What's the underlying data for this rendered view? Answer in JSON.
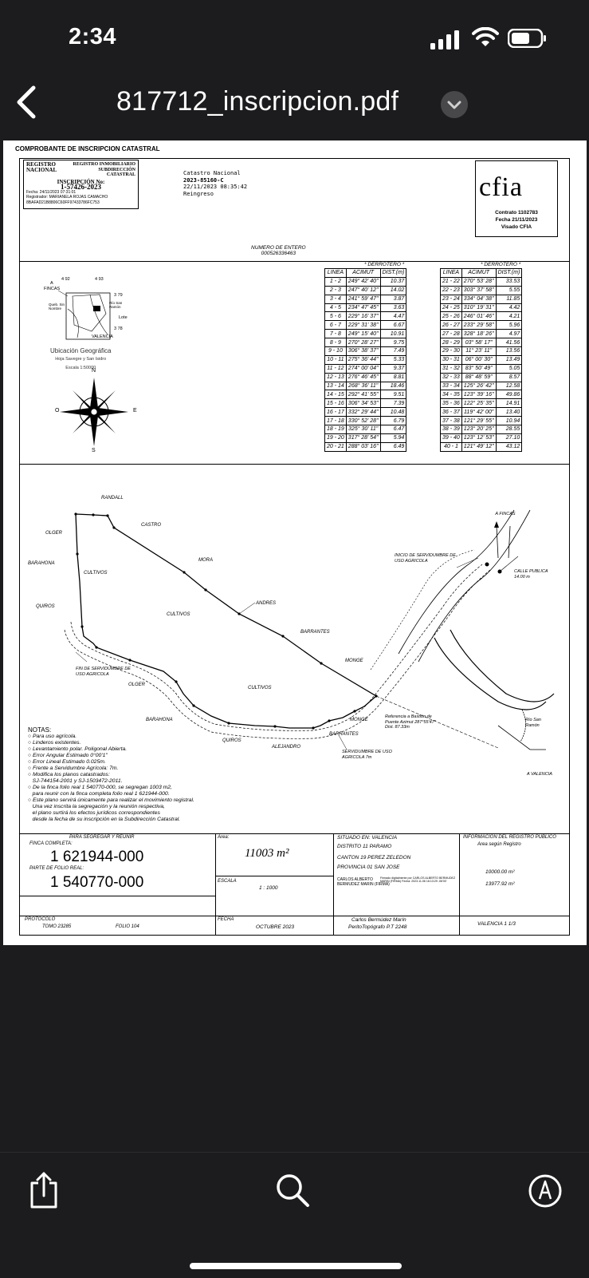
{
  "status_bar": {
    "time": "2:34"
  },
  "nav": {
    "title": "817712_inscripcion.pdf"
  },
  "doc": {
    "header": "COMPROBANTE DE INSCRIPCION CATASTRAL",
    "registro": {
      "org1": "REGISTRO INMOBILIARIO",
      "org2": "SUBDIRECCIÓN",
      "org3": "CATASTRAL",
      "logo": "REGISTRO NACIONAL",
      "inscripcion_label": "INSCRIPCIÓN No:",
      "inscripcion": "1-57426-2023",
      "fecha_line": "Fecha: 24/11/2023 07:31:01",
      "registrador": "Registrador: MARIANELA ROJAS CAMACHO",
      "hash": "8BAFAD21B8806C60FF97433786FC753"
    },
    "catastro": {
      "line1": "Catastro Nacional",
      "line2": "2023-85160-C",
      "line3": "22/11/2023 08:35:42",
      "line4": "Reingreso"
    },
    "cfia": {
      "logo": "cfia",
      "contrato": "Contrato 1102783",
      "fecha": "Fecha 21/11/2023",
      "visado": "Visado CFIA"
    },
    "numero_entero": {
      "label": "NUMERO DE ENTERO",
      "value": "000526336463"
    },
    "derrotero": {
      "title": "DERROTERO",
      "headers": [
        "LINEA",
        "ACIMUT",
        "DIST.(m)"
      ],
      "left": [
        [
          "1 - 2",
          "249° 42' 40\"",
          "10.37"
        ],
        [
          "2 - 3",
          "247° 40' 12\"",
          "14.02"
        ],
        [
          "3 - 4",
          "241° 59' 47\"",
          "3.87"
        ],
        [
          "4 - 5",
          "234° 47' 45\"",
          "3.63"
        ],
        [
          "5 - 6",
          "229° 16' 37\"",
          "4.47"
        ],
        [
          "6 - 7",
          "229° 31' 38\"",
          "6.67"
        ],
        [
          "7 - 8",
          "249° 15' 40\"",
          "10.91"
        ],
        [
          "8 - 9",
          "270° 28' 27\"",
          "9.75"
        ],
        [
          "9 - 10",
          "306° 38' 37\"",
          "7.49"
        ],
        [
          "10 - 11",
          "275° 36' 44\"",
          "5.33"
        ],
        [
          "11 - 12",
          "274° 00' 04\"",
          "9.37"
        ],
        [
          "12 - 13",
          "276° 46' 45\"",
          "8.81"
        ],
        [
          "13 - 14",
          "268° 36' 11\"",
          "18.46"
        ],
        [
          "14 - 15",
          "292° 41' 55\"",
          "9.51"
        ],
        [
          "15 - 16",
          "306° 34' 53\"",
          "7.39"
        ],
        [
          "16 - 17",
          "332° 29' 44\"",
          "10.48"
        ],
        [
          "17 - 18",
          "330° 52' 28\"",
          "6.79"
        ],
        [
          "18 - 19",
          "325° 30' 11\"",
          "6.47"
        ],
        [
          "19 - 20",
          "317° 28' 54\"",
          "5.94"
        ],
        [
          "20 - 21",
          "288° 03' 16\"",
          "6.49"
        ]
      ],
      "right": [
        [
          "21 - 22",
          "270° 53' 28\"",
          "33.53"
        ],
        [
          "22 - 23",
          "303° 37' 58\"",
          "5.55"
        ],
        [
          "23 - 24",
          "334° 04' 38\"",
          "11.85"
        ],
        [
          "24 - 25",
          "310° 19' 31\"",
          "4.42"
        ],
        [
          "25 - 26",
          "246° 01' 46\"",
          "4.21"
        ],
        [
          "26 - 27",
          "233° 29' 58\"",
          "5.96"
        ],
        [
          "27 - 28",
          "328° 18' 26\"",
          "4.97"
        ],
        [
          "28 - 29",
          "03° 58' 17\"",
          "41.56"
        ],
        [
          "29 - 30",
          "11° 23' 11\"",
          "13.56"
        ],
        [
          "30 - 31",
          "06° 00' 30\"",
          "13.49"
        ],
        [
          "31 - 32",
          "83° 50' 49\"",
          "5.05"
        ],
        [
          "32 - 33",
          "88° 48' 59\"",
          "8.57"
        ],
        [
          "33 - 34",
          "125° 26' 42\"",
          "12.58"
        ],
        [
          "34 - 35",
          "123° 39' 16\"",
          "49.86"
        ],
        [
          "35 - 36",
          "122° 25' 35\"",
          "14.91"
        ],
        [
          "36 - 37",
          "119° 42' 00\"",
          "13.40"
        ],
        [
          "37 - 38",
          "121° 29' 55\"",
          "10.94"
        ],
        [
          "38 - 39",
          "123° 20' 25\"",
          "28.55"
        ],
        [
          "39 - 40",
          "123° 12' 53\"",
          "27.10"
        ],
        [
          "40 - 1",
          "121° 49' 12\"",
          "43.12"
        ]
      ]
    },
    "location": {
      "fincas": "FINCAS",
      "a": "A",
      "n492": "4 92",
      "n493": "4 93",
      "n379": "3 79",
      "n378": "3 78",
      "valencia": "VALENCIA",
      "lote": "Lote",
      "quebrada": "Queb. Sin Nombre",
      "rio": "Río San Ramón",
      "ubicacion": "Ubicación Geográfica",
      "hoja": "Hoja Savegre y San Isidro",
      "escala": "Escala 1:50000",
      "compass_n": "N",
      "compass_s": "S",
      "compass_e": "E",
      "compass_o": "O"
    },
    "plan_labels": {
      "randall": "RANDALL",
      "castro": "CASTRO",
      "olger1": "OLGER",
      "barahona1": "BARAHONA",
      "cultivos1": "CULTIVOS",
      "mora": "MORA",
      "andres": "ANDRES",
      "cultivos2": "CULTIVOS",
      "quiros1": "QUIROS",
      "barrantes1": "BARRANTES",
      "monge1": "MONGE",
      "fin_serv": "FIN DE SERVIDUMBRE DE USO AGRICOLA",
      "olger2": "OLGER",
      "cultivos3": "CULTIVOS",
      "barahona2": "BARAHONA",
      "quiros2": "QUIROS",
      "alejandro": "ALEJANDRO",
      "monge2": "MONGE",
      "barrantes2": "BARRANTES",
      "serv_uso": "SERVIDUMBRE DE USO AGRICOLA 7m",
      "referencia": "Referencia a Bastión de Puente Azimut 287°55'47\" Dist. 87.33m",
      "inicio_serv": "INICIO DE SERVIDUMBRE DE USO AGRICOLA",
      "a_fincas": "A FINCAS",
      "calle_publica": "CALLE PUBLICA 14.00 m",
      "rio_san_ramon": "Río San Ramón",
      "a_valencia": "A VALENCIA"
    },
    "notas": {
      "title": "NOTAS:",
      "items": [
        "○ Para uso agrícola.",
        "○ Linderos existentes.",
        "○ Levantamiento polar. Poligonal Abierta.",
        "○ Error Angular Estimado 0°00'1\"",
        "○ Error Lineal Estimado 0.025m.",
        "○ Frente a Servidumbre Agrícola: 7m.",
        "○ Modifica los planos catastrados:",
        "   SJ-744154-2001 y SJ-1503472-2011.",
        "○ De la finca folio real 1 540770-000, se segregan 1003 m2,",
        "   para reunir con la finca completa folio real 1 621944-000.",
        "○ Este plano servirá únicamente para realizar el movimiento registral.",
        "   Una vez inscrita la segregación y la reunión respectiva,",
        "   el plano surtirá los efectos jurídicos correspondientes",
        "   desde la fecha de su inscripción en la Subdirección Catastral."
      ]
    },
    "bottom": {
      "para": "PARA SEGREGAR Y REUNIR",
      "finca_completa_label": "FINCA COMPLETA:",
      "finca_completa": "1 621944-000",
      "parte_label": "PARTE DE FOLIO REAL:",
      "parte": "1 540770-000",
      "protocolo": "PROTOCOLO",
      "tomo": "TOMO 23285",
      "folio": "FOLIO 104",
      "area_label": "Area:",
      "area": "11003 m²",
      "escala_label": "ESCALA",
      "escala": "1 : 1000",
      "fecha_label": "FECHA",
      "fecha": "OCTUBRE 2023",
      "situado": "SITUADO EN: VALENCIA",
      "distrito": "DISTRITO 11 PARAMO",
      "canton": "CANTON 19 PEREZ ZELEDON",
      "provincia": "PROVINCIA 01 SAN JOSE",
      "firma1": "CARLOS ALBERTO",
      "firma2": "BERMUDEZ MARIN (FIRMA)",
      "firma_note": "Firmado digitalmente por CARLOS ALBERTO BERMUDEZ MARIN (FIRMA) Fecha: 2023.11.06 16:13:29 -06'00'",
      "nombre": "Carlos Bermúdez Marín",
      "perito": "PeritoTopógrafo P.T 2248",
      "info": "INFORMACION DEL REGISTRO PUBLICO",
      "area_reg": "Area según Registro",
      "area1": "10000.00 m²",
      "area2": "13977.92 m²",
      "hoja": "VALENCIA  1  1/3"
    }
  },
  "colors": {
    "background": "#1c1c1e",
    "paper": "#ffffff",
    "ink": "#000000"
  },
  "icons": [
    "signal-icon",
    "wifi-icon",
    "battery-icon",
    "back-chevron-icon",
    "chevron-down-icon",
    "share-icon",
    "search-icon",
    "markup-icon"
  ]
}
